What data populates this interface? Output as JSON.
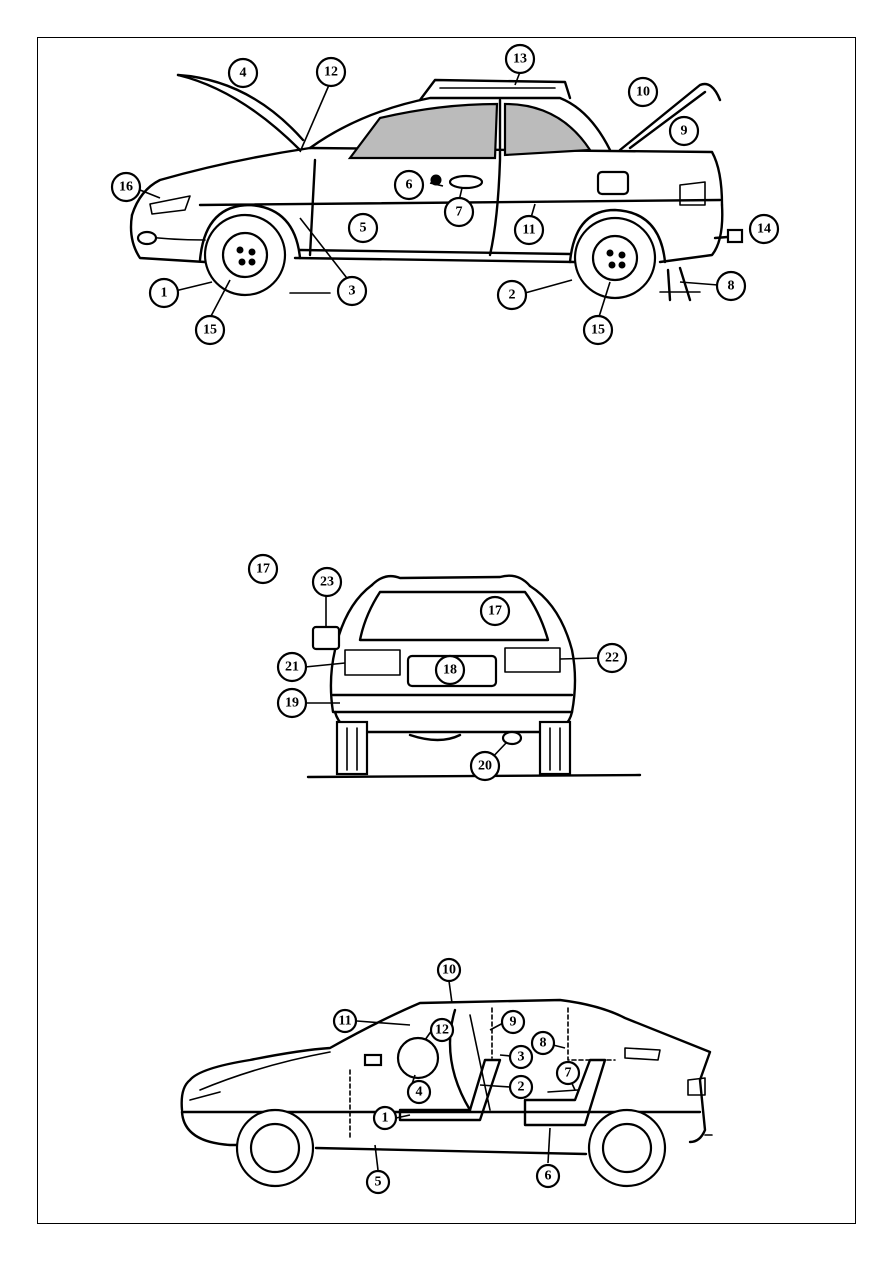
{
  "figure_side": {
    "callouts": [
      "1",
      "2",
      "3",
      "4",
      "5",
      "6",
      "7",
      "8",
      "9",
      "10",
      "11",
      "12",
      "13",
      "14",
      "15",
      "15",
      "16"
    ]
  },
  "figure_rear": {
    "heading": "17",
    "callouts": [
      "17",
      "18",
      "19",
      "20",
      "21",
      "22",
      "23"
    ]
  },
  "figure_interior": {
    "callouts": [
      "1",
      "2",
      "3",
      "4",
      "5",
      "6",
      "7",
      "8",
      "9",
      "10",
      "11",
      "12"
    ]
  }
}
